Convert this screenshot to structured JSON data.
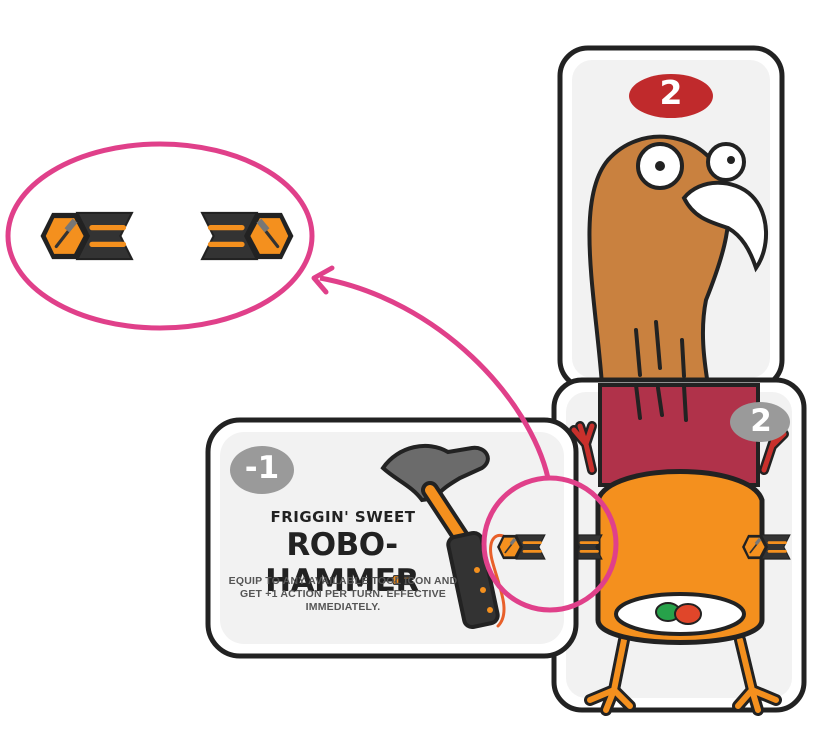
{
  "tool_card": {
    "cost_badge": "-1",
    "subtitle": "FRIGGIN' SWEET",
    "title": "ROBO-HAMMER",
    "description": "EQUIP TO ANY AVAILABLE TOOL ICON AND GET +1 ACTION PER TURN. EFFECTIVE IMMEDIATELY."
  },
  "character_head_card": {
    "number_badge": "2"
  },
  "character_body_card": {
    "number_badge": "2"
  },
  "callout": {
    "left_token": "hammer-hex-token",
    "right_token": "hammer-hex-token-equipped"
  },
  "colors": {
    "outline": "#222222",
    "accent_pink": "#e0408a",
    "token_orange": "#f4901e",
    "bird_brown": "#c9813f",
    "shirt_red": "#b0324a",
    "badge_red": "#c02a2c",
    "badge_gray": "#9a9a9a",
    "card_bg": "#f2f2f2"
  }
}
